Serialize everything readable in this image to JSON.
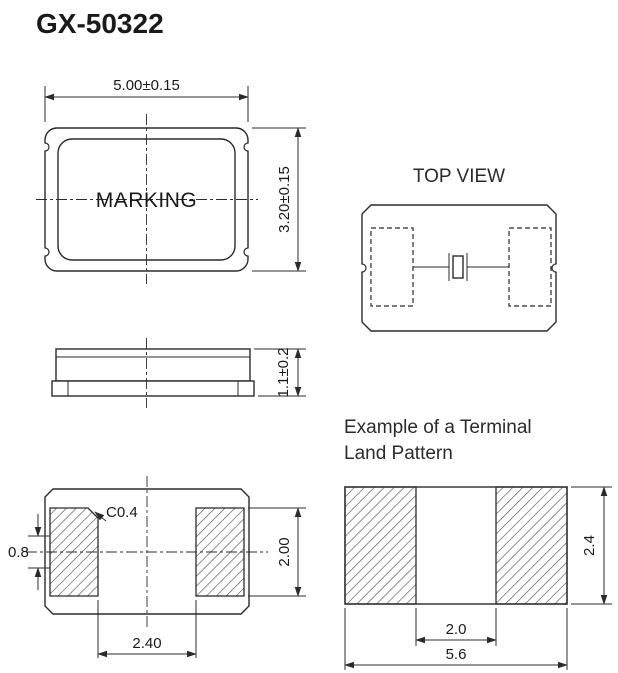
{
  "title": "GX-50322",
  "front_view": {
    "marking": "MARKING",
    "dim_width": "5.00±0.15",
    "dim_height": "3.20±0.15"
  },
  "side_view": {
    "dim_thickness": "1.1±0.2"
  },
  "top_view": {
    "label": "TOP VIEW"
  },
  "bottom_view": {
    "dim_chamfer": "C0.4",
    "dim_left": "0.8",
    "dim_pad_height": "2.00",
    "dim_pad_gap": "2.40"
  },
  "land_pattern": {
    "label_line1": "Example of a Terminal",
    "label_line2": "Land Pattern",
    "dim_gap": "2.0",
    "dim_width": "5.6",
    "dim_height": "2.4"
  },
  "colors": {
    "line": "#2b2b2b",
    "text": "#1a1a1a"
  }
}
